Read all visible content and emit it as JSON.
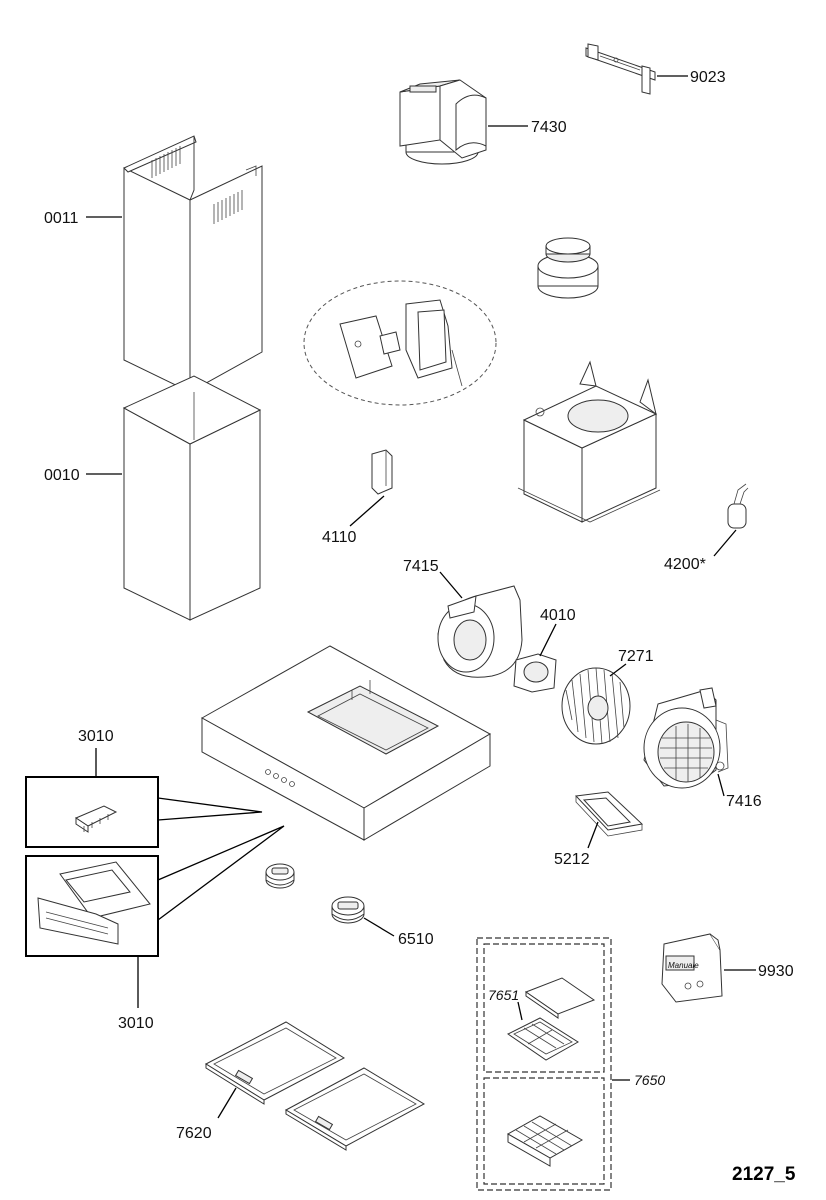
{
  "labels": {
    "p9023": "9023",
    "p7430": "7430",
    "p0011": "0011",
    "p0010": "0010",
    "p4110": "4110",
    "p4200": "4200*",
    "p7415": "7415",
    "p4010": "4010",
    "p7271": "7271",
    "p7416": "7416",
    "p3010a": "3010",
    "p3010b": "3010",
    "p5212": "5212",
    "p6510": "6510",
    "p9930": "9930",
    "p7651": "7651",
    "p7650": "7650",
    "p7620": "7620"
  },
  "bag_text": "Manuale",
  "drawing_code": "2127_5"
}
